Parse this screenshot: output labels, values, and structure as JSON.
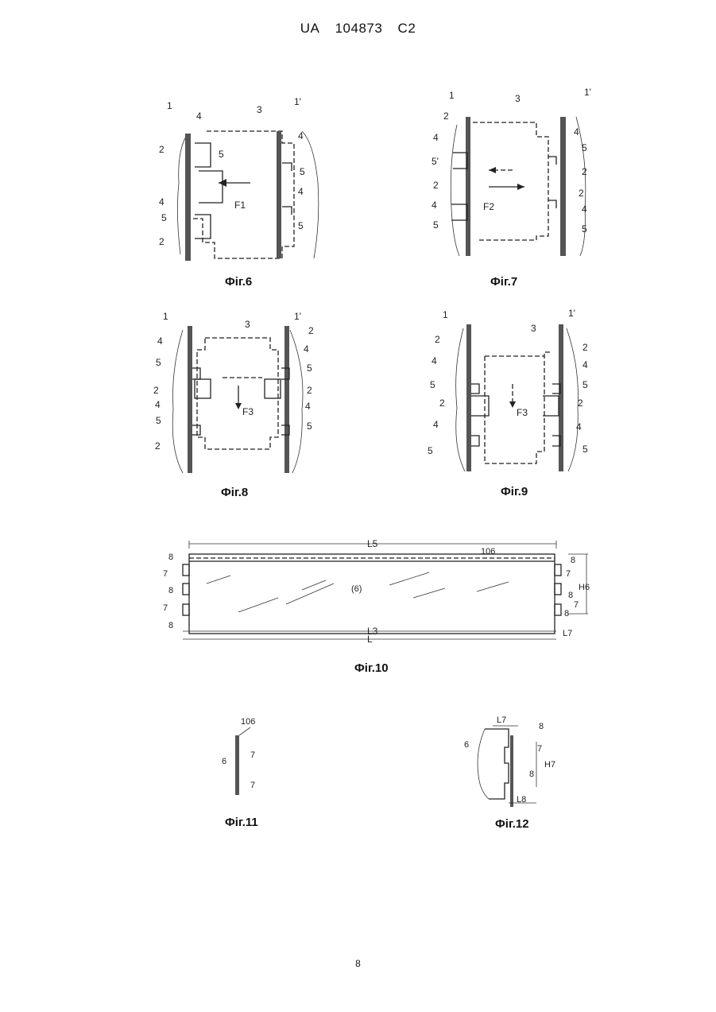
{
  "header": {
    "country": "UA",
    "number": "104873",
    "kind": "C2"
  },
  "page_number": "8",
  "figures": {
    "fig6": {
      "caption": "Фіг.6",
      "labels": {
        "panel_left": "1",
        "panel_right": "1'",
        "glass": "3",
        "l4a": "4",
        "l2a": "2",
        "l5a": "5",
        "l4b": "4",
        "l5b": "5",
        "l2b": "2",
        "r4a": "4",
        "r5a": "5",
        "r4b": "4",
        "r5b": "5",
        "force": "F1"
      }
    },
    "fig7": {
      "caption": "Фіг.7",
      "labels": {
        "panel_left": "1",
        "panel_right": "1'",
        "glass": "3",
        "l2a": "2",
        "l4a": "4",
        "l5a": "5'",
        "l2b": "2",
        "l4b": "4",
        "l5b": "5",
        "r4a": "4",
        "r5a": "5",
        "r2a": "2",
        "r2b": "2",
        "r4b": "4",
        "r5b": "5",
        "force": "F2"
      }
    },
    "fig8": {
      "caption": "Фіг.8",
      "labels": {
        "panel_left": "1",
        "panel_right": "1'",
        "glass": "3",
        "l4a": "4",
        "l5a": "5",
        "l2a": "2",
        "l4b": "4",
        "l5b": "5",
        "l2b": "2",
        "r2a": "2",
        "r4a": "4",
        "r5a": "5",
        "r2b": "2",
        "r4b": "4",
        "r5b": "5",
        "force": "F3"
      }
    },
    "fig9": {
      "caption": "Фіг.9",
      "labels": {
        "panel_left": "1",
        "panel_right": "1'",
        "glass": "3",
        "l2a": "2",
        "l4a": "4",
        "l5a": "5",
        "l2b": "2",
        "l4b": "4",
        "l5b": "5",
        "r2a": "2",
        "r4a": "4",
        "r5a": "5",
        "r2b": "2",
        "r4b": "4",
        "r5b": "5",
        "force": "F3"
      }
    },
    "fig10": {
      "caption": "Фіг.10",
      "labels": {
        "l5": "L5",
        "edge": "106",
        "glass": "(6)",
        "l3": "L3",
        "l": "L",
        "l7": "L7",
        "h6": "H6",
        "a8a": "8",
        "a7a": "7",
        "a8b": "8",
        "a7b": "7",
        "a8c": "8",
        "b8a": "8",
        "b7a": "7",
        "b8b": "8",
        "b7b": "7",
        "b8c": "8"
      }
    },
    "fig11": {
      "caption": "Фіг.11",
      "labels": {
        "edge": "106",
        "glass": "6",
        "t1": "7",
        "t2": "7"
      }
    },
    "fig12": {
      "caption": "Фіг.12",
      "labels": {
        "l7": "L7",
        "glass": "6",
        "n8a": "8",
        "n7": "7",
        "h7": "H7",
        "n8b": "8",
        "l8": "L8"
      }
    }
  }
}
